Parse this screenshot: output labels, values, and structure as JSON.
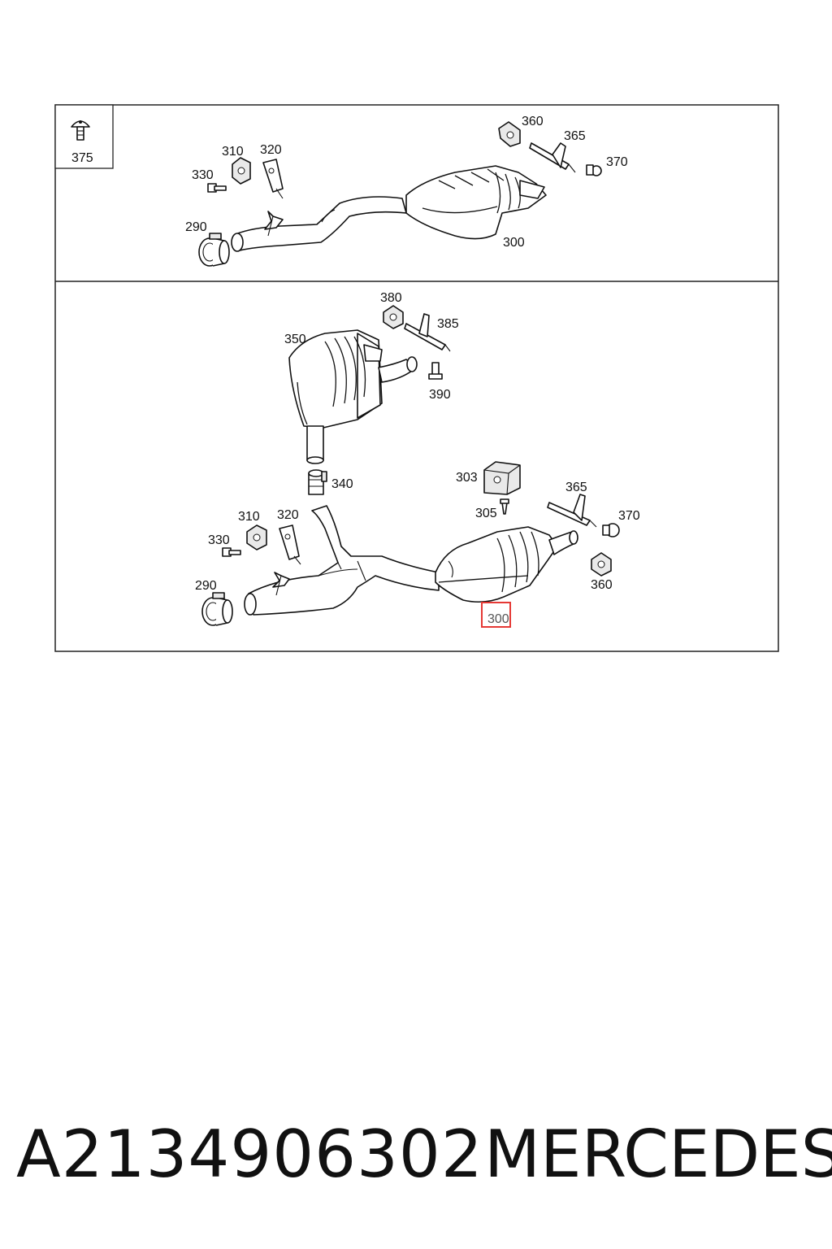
{
  "diagram": {
    "top_panel": {
      "inset_label": "375",
      "labels": {
        "p360": "360",
        "p365": "365",
        "p370": "370",
        "p310": "310",
        "p320": "320",
        "p330": "330",
        "p290": "290",
        "p300": "300"
      }
    },
    "bottom_panel": {
      "labels": {
        "p380": "380",
        "p385": "385",
        "p350": "350",
        "p390": "390",
        "p340": "340",
        "p303": "303",
        "p365": "365",
        "p305": "305",
        "p370": "370",
        "p310": "310",
        "p320": "320",
        "p330": "330",
        "p290": "290",
        "p360": "360",
        "p300": "300"
      },
      "highlighted_callout": "300",
      "highlight_color": "#e53935"
    }
  },
  "footer": {
    "part_number": "A2134906302",
    "brand": "MERCEDES"
  }
}
